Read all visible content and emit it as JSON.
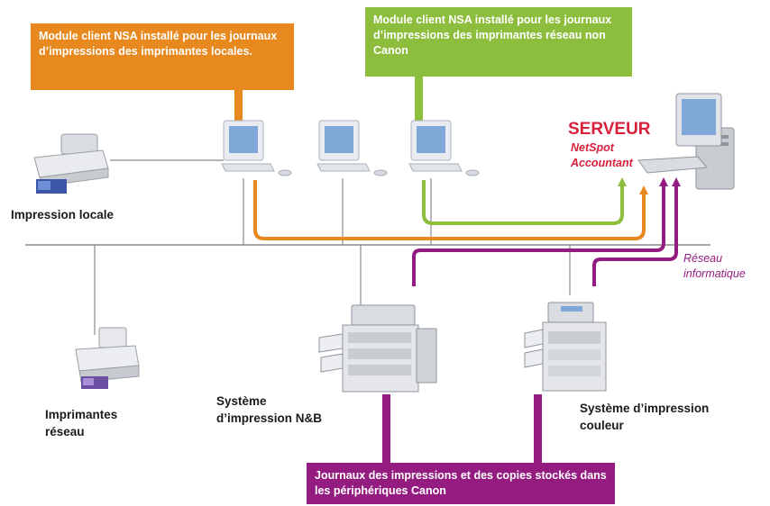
{
  "callouts": {
    "local_client": "Module client NSA installé pour les journaux d’impressions des imprimantes locales.",
    "network_client": "Module client NSA installé pour les journaux d’impressions des imprimantes réseau non Canon",
    "canon_logs": "Journaux des impressions et des copies stockés dans les périphériques Canon"
  },
  "labels": {
    "local_printing": "Impression locale",
    "network_printers_1": "Imprimantes",
    "network_printers_2": "réseau",
    "bw_system_1": "Système",
    "bw_system_2": "d’impression N&B",
    "color_system_1": "Système d’impression",
    "color_system_2": "couleur"
  },
  "server": {
    "title": "SERVEUR",
    "product_1": "NetSpot",
    "product_2": "Accountant"
  },
  "network": {
    "line1": "Réseau",
    "line2": "informatique"
  },
  "colors": {
    "orange": "#e8891f",
    "green": "#8cbd3c",
    "purple": "#941b80",
    "server_red": "#d9203b"
  }
}
